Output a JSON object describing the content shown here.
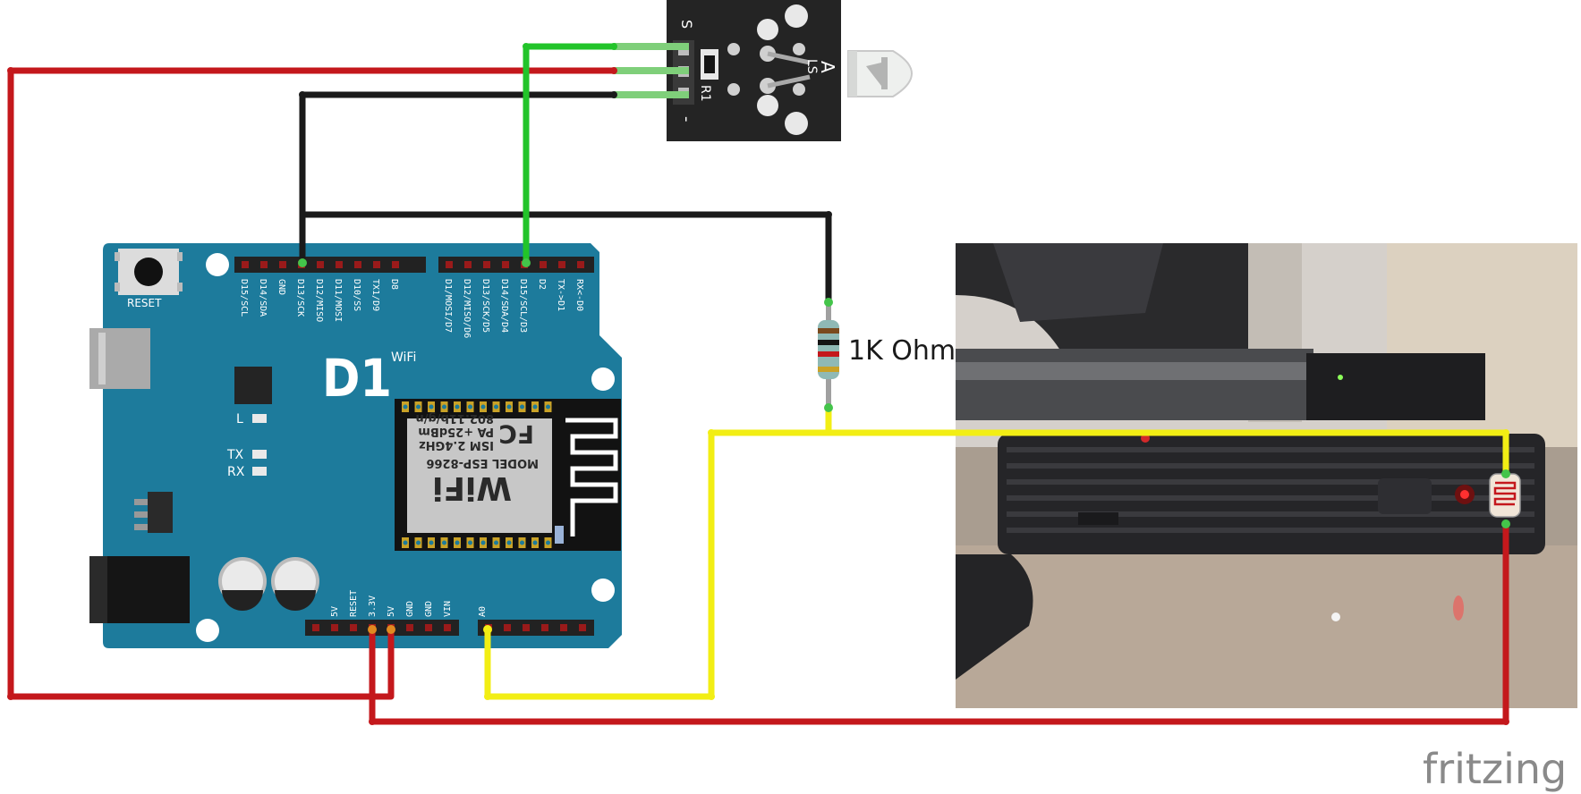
{
  "board": {
    "logo": "D1",
    "wifi_tag": "WiFi",
    "reset_label": "RESET",
    "led_labels": {
      "l": "L",
      "tx": "TX",
      "rx": "RX"
    },
    "top_left_pins": [
      "D15/SCL",
      "D14/SDA",
      "GND",
      "D13/SCK",
      "D12/MISO",
      "D11/MOSI",
      "D10/SS",
      "TX1/D9",
      "D8"
    ],
    "top_right_pins": [
      "D1/MOSI/D7",
      "D12/MISO/D6",
      "D13/SCK/D5",
      "D14/SDA/D4",
      "D15/SCL/D3",
      "D2",
      "TX->D1",
      "RX<-D0"
    ],
    "bottom_pins": [
      "5V",
      "RESET",
      "3.3V",
      "5V",
      "GND",
      "GND",
      "VIN"
    ],
    "analog_pin": "A0"
  },
  "wifi_module": {
    "brand": "WiFi",
    "fc_mark": "FC",
    "model_line": "MODEL ESP-8266",
    "band_line": "ISM 2.4GHz",
    "power_line": "PA +25dBm",
    "std_line": "802.11b/g/n"
  },
  "laser_module": {
    "pin_labels": {
      "s": "S",
      "minus": "-"
    },
    "silkscreen": {
      "r1": "R1",
      "ls": "LS",
      "a": "A"
    }
  },
  "resistor": {
    "label": "1K Ohm"
  },
  "footer": {
    "brand": "fritzing"
  },
  "colors": {
    "wire_red": "#c4181c",
    "wire_black": "#1a1a1a",
    "wire_green": "#22c42a",
    "wire_yellow": "#f2ee14",
    "board_blue": "#1d7b9c",
    "pin_red": "#9a1a1a"
  }
}
